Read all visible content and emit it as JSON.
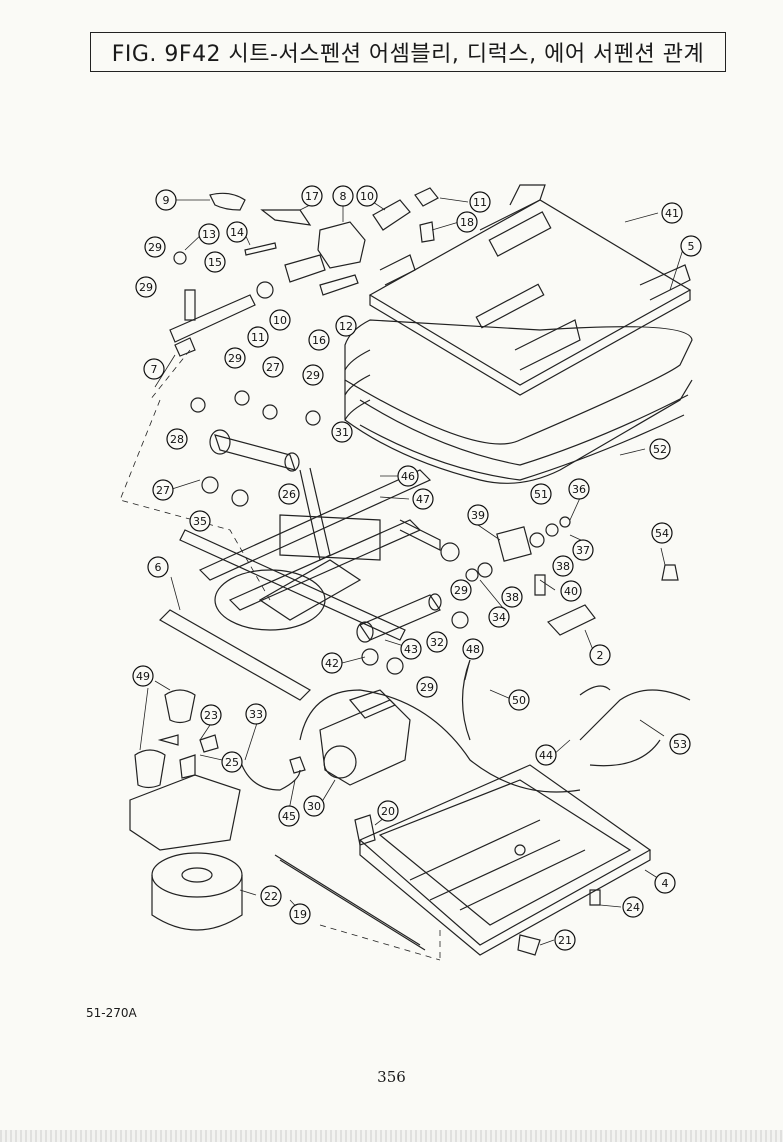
{
  "title": "FIG. 9F42 시트-서스펜션 어셈블리, 디럭스, 에어 서펜션 관계",
  "drawing_code": "51-270A",
  "page_number": "356",
  "callouts": [
    {
      "id": "c9",
      "label": "9"
    },
    {
      "id": "c17",
      "label": "17"
    },
    {
      "id": "c8",
      "label": "8"
    },
    {
      "id": "c10a",
      "label": "10"
    },
    {
      "id": "c11a",
      "label": "11"
    },
    {
      "id": "c18",
      "label": "18"
    },
    {
      "id": "c41",
      "label": "41"
    },
    {
      "id": "c5",
      "label": "5"
    },
    {
      "id": "c13",
      "label": "13"
    },
    {
      "id": "c14",
      "label": "14"
    },
    {
      "id": "c29a",
      "label": "29"
    },
    {
      "id": "c15",
      "label": "15"
    },
    {
      "id": "c29b",
      "label": "29"
    },
    {
      "id": "c11b",
      "label": "11"
    },
    {
      "id": "c10b",
      "label": "10"
    },
    {
      "id": "c16",
      "label": "16"
    },
    {
      "id": "c12",
      "label": "12"
    },
    {
      "id": "c7",
      "label": "7"
    },
    {
      "id": "c29c",
      "label": "29"
    },
    {
      "id": "c27a",
      "label": "27"
    },
    {
      "id": "c29d",
      "label": "29"
    },
    {
      "id": "c28",
      "label": "28"
    },
    {
      "id": "c31",
      "label": "31"
    },
    {
      "id": "c52",
      "label": "52"
    },
    {
      "id": "c46",
      "label": "46"
    },
    {
      "id": "c26",
      "label": "26"
    },
    {
      "id": "c27b",
      "label": "27"
    },
    {
      "id": "c47",
      "label": "47"
    },
    {
      "id": "c51",
      "label": "51"
    },
    {
      "id": "c36",
      "label": "36"
    },
    {
      "id": "c35",
      "label": "35"
    },
    {
      "id": "c39",
      "label": "39"
    },
    {
      "id": "c54",
      "label": "54"
    },
    {
      "id": "c37",
      "label": "37"
    },
    {
      "id": "c38a",
      "label": "38"
    },
    {
      "id": "c6",
      "label": "6"
    },
    {
      "id": "c40",
      "label": "40"
    },
    {
      "id": "c29e",
      "label": "29"
    },
    {
      "id": "c38b",
      "label": "38"
    },
    {
      "id": "c34",
      "label": "34"
    },
    {
      "id": "c32",
      "label": "32"
    },
    {
      "id": "c2",
      "label": "2"
    },
    {
      "id": "c43",
      "label": "43"
    },
    {
      "id": "c48",
      "label": "48"
    },
    {
      "id": "c42",
      "label": "42"
    },
    {
      "id": "c29f",
      "label": "29"
    },
    {
      "id": "c49",
      "label": "49"
    },
    {
      "id": "c50",
      "label": "50"
    },
    {
      "id": "c33",
      "label": "33"
    },
    {
      "id": "c23",
      "label": "23"
    },
    {
      "id": "c53",
      "label": "53"
    },
    {
      "id": "c44",
      "label": "44"
    },
    {
      "id": "c25",
      "label": "25"
    },
    {
      "id": "c20",
      "label": "20"
    },
    {
      "id": "c45",
      "label": "45"
    },
    {
      "id": "c30",
      "label": "30"
    },
    {
      "id": "c4",
      "label": "4"
    },
    {
      "id": "c22",
      "label": "22"
    },
    {
      "id": "c19",
      "label": "19"
    },
    {
      "id": "c24",
      "label": "24"
    },
    {
      "id": "c21",
      "label": "21"
    }
  ]
}
